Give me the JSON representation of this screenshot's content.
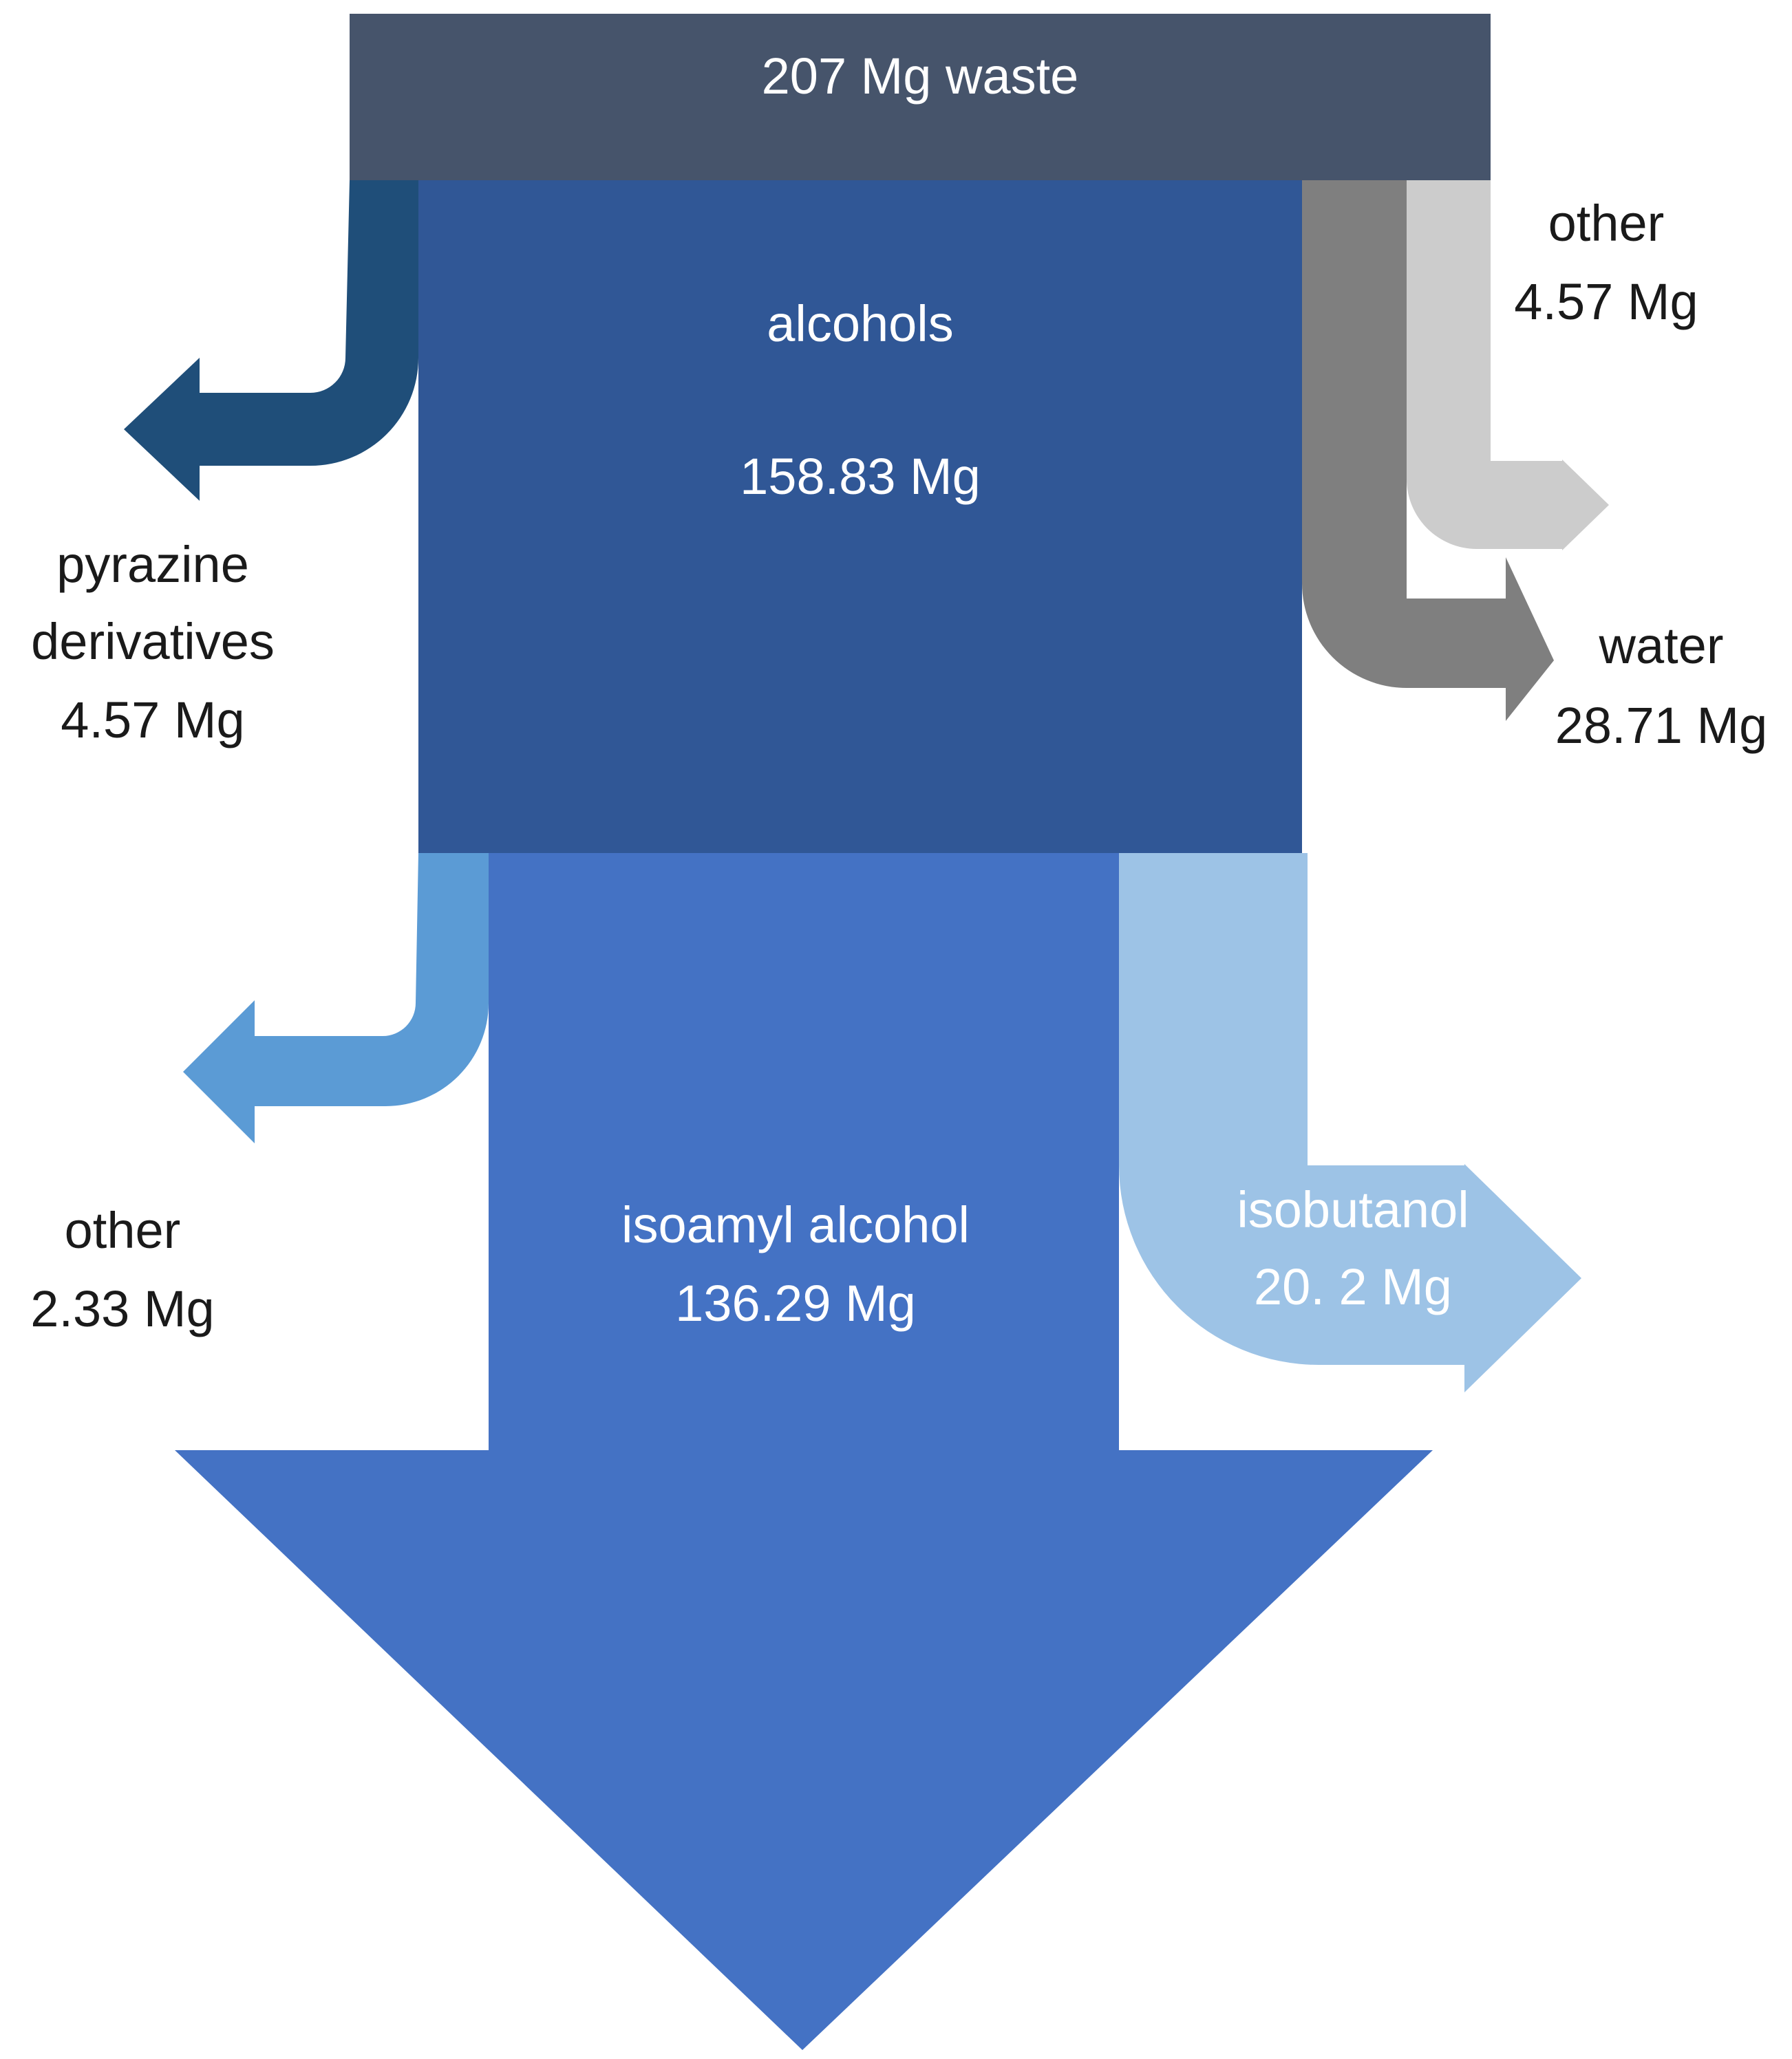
{
  "colors": {
    "waste_bar": "#46546b",
    "alcohols": "#305796",
    "pyrazine": "#1f4e79",
    "water": "#7f7f7f",
    "other_top": "#cccccc",
    "isoamyl": "#4472c4",
    "other_bottom": "#5b9bd5",
    "isobutanol": "#9dc3e6",
    "light_text": "#ffffff",
    "dark_text": "#1a1a1a"
  },
  "nodes": {
    "waste": {
      "label": "207 Mg waste"
    },
    "alcohols": {
      "label": "alcohols",
      "value": "158.83 Mg"
    },
    "pyrazine": {
      "label_line1": "pyrazine",
      "label_line2": "derivatives",
      "value": "4.57 Mg"
    },
    "other_top": {
      "label": "other",
      "value": "4.57 Mg"
    },
    "water": {
      "label": "water",
      "value": "28.71 Mg"
    },
    "other_bottom": {
      "label": "other",
      "value": "2.33 Mg"
    },
    "isoamyl": {
      "label": "isoamyl alcohol",
      "value": "136.29 Mg"
    },
    "isobutanol": {
      "label": "isobutanol",
      "value": "20. 2 Mg"
    }
  }
}
